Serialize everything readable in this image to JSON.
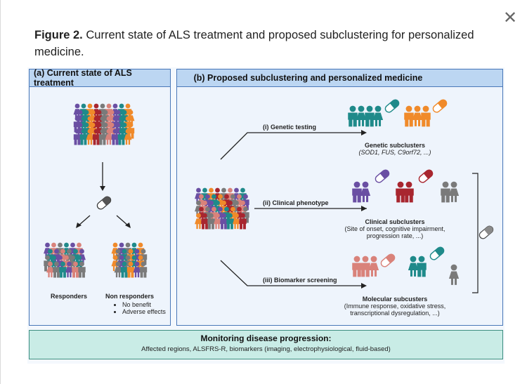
{
  "dialog": {
    "close_glyph": "✕"
  },
  "caption": {
    "label": "Figure 2.",
    "text": "Current state of ALS treatment and proposed subclustering for personalized medicine."
  },
  "panel_a": {
    "title": "(a) Current state of ALS treatment",
    "responders": "Responders",
    "non_responders": "Non responders",
    "bullets": [
      "No benefit",
      "Adverse effects"
    ]
  },
  "panel_b": {
    "title": "(b) Proposed subclustering and personalized medicine",
    "branches": [
      {
        "label": "(i) Genetic testing",
        "title": "Genetic subclusters",
        "sub1": "(SOD1, FUS, C9orf72, ...)",
        "sub2": ""
      },
      {
        "label": "(ii) Clinical phenotype",
        "title": "Clinical subclusters",
        "sub1": "(Site of onset, cognitive impairment,",
        "sub2": "progression rate, ...)"
      },
      {
        "label": "(iii) Biomarker screening",
        "title": "Molecular subcusters",
        "sub1": "(Immune response, oxidative stress,",
        "sub2": "transcriptional dysregulation, ...)"
      }
    ]
  },
  "monitoring": {
    "title": "Monitoring disease progression:",
    "text": "Affected regions, ALSFRS-R, biomarkers (imaging, electrophysiological, fluid-based)"
  },
  "colors": {
    "purple": "#6a4fa3",
    "teal": "#1f8a8a",
    "orange": "#f08a2a",
    "red": "#a8262f",
    "grey": "#7a7a7a",
    "salmon": "#d9827a",
    "panel_border": "#4a78b8",
    "monitor_fill": "#c9ece6"
  }
}
